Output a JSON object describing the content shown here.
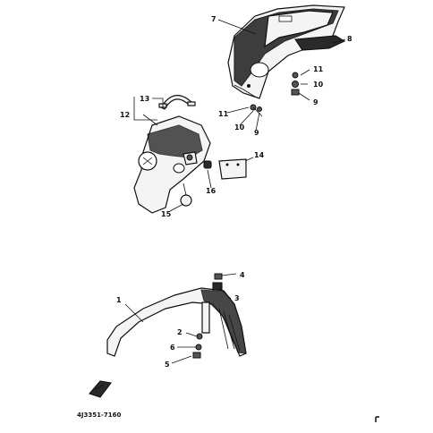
{
  "diagram": {
    "code": "4J3351-7160",
    "callouts": [
      "1",
      "2",
      "3",
      "4",
      "5",
      "6",
      "7",
      "8",
      "9",
      "9",
      "10",
      "10",
      "11",
      "11",
      "12",
      "13",
      "14",
      "15",
      "16"
    ]
  }
}
